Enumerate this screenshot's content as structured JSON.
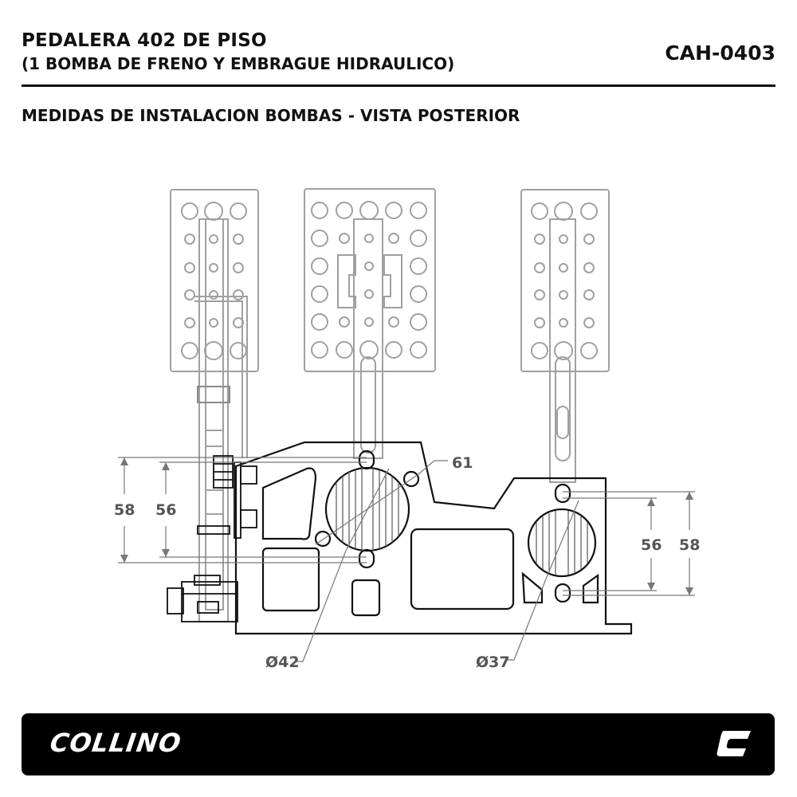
{
  "header": {
    "title_line1": "PEDALERA 402 DE PISO",
    "title_line2": "(1 BOMBA DE FRENO Y EMBRAGUE HIDRAULICO)",
    "code": "CAH-0403",
    "subtitle": "MEDIDAS DE INSTALACION BOMBAS - VISTA POSTERIOR"
  },
  "dimensions": {
    "left_outer": "58",
    "left_inner": "56",
    "left_diag": "61",
    "left_diameter": "Ø42",
    "right_inner": "56",
    "right_outer": "58",
    "right_diameter": "Ø37"
  },
  "footer": {
    "brand": "COLLINO"
  },
  "colors": {
    "line_dark": "#111111",
    "line_light": "#9a9a9a",
    "dim_text": "#555555",
    "footer_bg": "#000000"
  }
}
